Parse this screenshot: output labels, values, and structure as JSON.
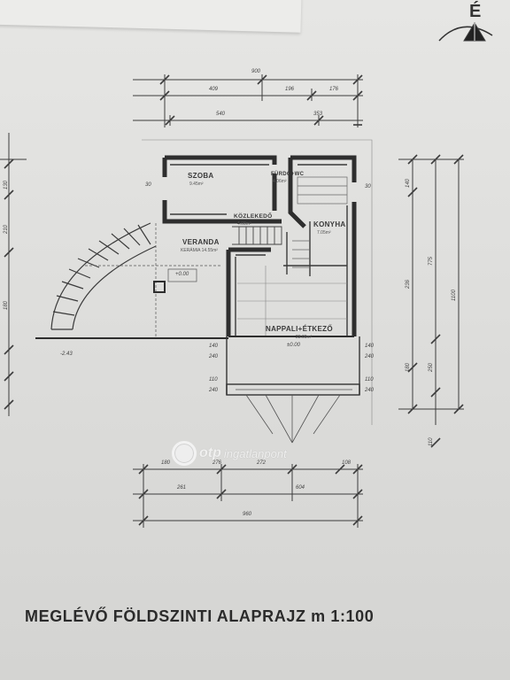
{
  "title": "MEGLÉVŐ FÖLDSZINTI ALAPRAJZ m 1:100",
  "north_label": "É",
  "watermark": {
    "brand": "otp",
    "text": "ingatlanpont"
  },
  "rooms": {
    "szoba": {
      "name": "SZOBA",
      "sub": "9.45m²"
    },
    "furdo": {
      "name": "FÜRDŐ+WC",
      "sub": "4.06m²"
    },
    "kozlekedo": {
      "name": "KÖZLEKEDŐ",
      "sub": "4.08m²"
    },
    "konyha": {
      "name": "KONYHA",
      "sub": "7.05m²"
    },
    "veranda": {
      "name": "VERANDA",
      "sub": "KERÁMIA 14.55m²"
    },
    "nappali": {
      "name": "NAPPALI+ÉTKEZŐ",
      "sub": "23.09m²"
    }
  },
  "dims": {
    "top_total": "900",
    "top_a": "409",
    "top_b": "196",
    "top_c": "176",
    "top_d": "540",
    "top_e": "353",
    "bottom_a": "180",
    "bottom_b": "276",
    "bottom_c": "272",
    "bottom_d": "108",
    "bottom_e": "261",
    "bottom_f": "604",
    "bottom_total": "960",
    "right_a": "140",
    "right_b": "236",
    "right_c": "775",
    "right_d": "1100",
    "right_e": "180",
    "right_f": "250",
    "right_g": "110",
    "left_a": "130",
    "left_b": "210",
    "left_c": "180",
    "door_a": "140",
    "door_b": "240",
    "door_c": "110",
    "door_d": "240",
    "veranda_h": "+0.00",
    "level_main": "±0.00",
    "level_low": "-2.43",
    "wall_30": "30"
  }
}
